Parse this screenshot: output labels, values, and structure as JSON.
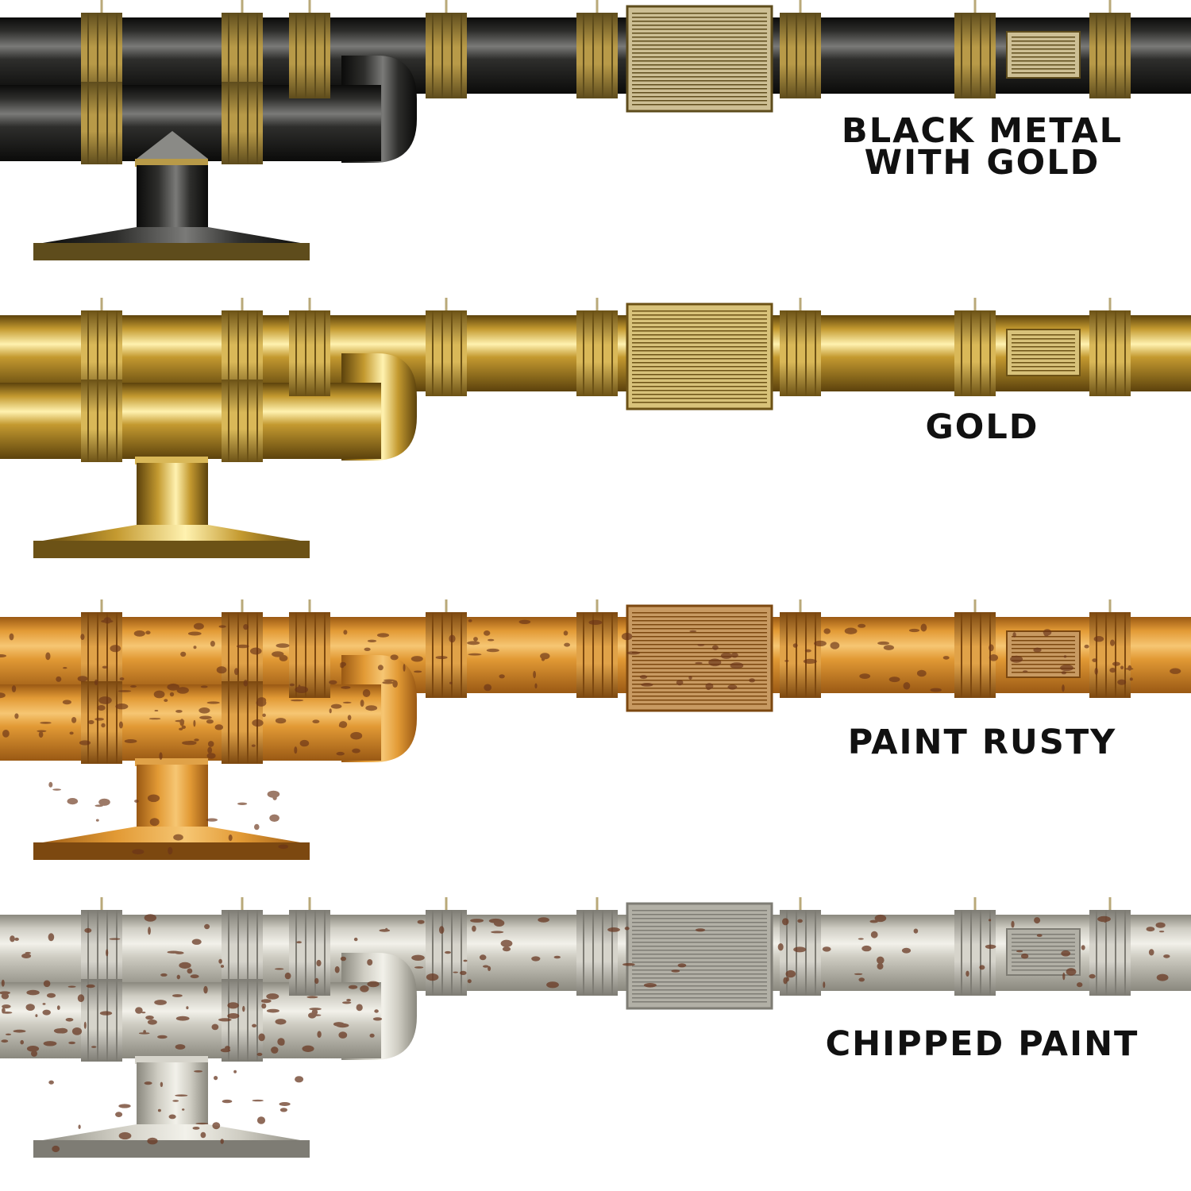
{
  "variants": [
    {
      "label_lines": [
        "BLACK METAL",
        "WITH GOLD"
      ],
      "colors": {
        "light": "#7a7a78",
        "mid": "#2e2e2c",
        "dark": "#0b0b0a",
        "fitting": "#b89a48",
        "fitting_dark": "#5e4c1c",
        "grille": "#cdbf94",
        "nozzle": "#8a8a86",
        "spots": "none"
      }
    },
    {
      "label_lines": [
        "GOLD"
      ],
      "colors": {
        "light": "#fff2b0",
        "mid": "#c49a30",
        "dark": "#5c420c",
        "fitting": "#d9b858",
        "fitting_dark": "#6c5216",
        "grille": "#d8c27a",
        "nozzle": "#c9a744",
        "spots": "none"
      }
    },
    {
      "label_lines": [
        "PAINT RUSTY"
      ],
      "colors": {
        "light": "#f6c673",
        "mid": "#e29a35",
        "dark": "#9a5914",
        "fitting": "#e0a248",
        "fitting_dark": "#7c4810",
        "grille": "#c89a62",
        "nozzle": "#c98a46",
        "spots": "#6a3418"
      }
    },
    {
      "label_lines": [
        "CHIPPED PAINT"
      ],
      "colors": {
        "light": "#f2f1ea",
        "mid": "#cfcdc3",
        "dark": "#8a887e",
        "fitting": "#d6d4cb",
        "fitting_dark": "#7e7c74",
        "grille": "#b2b0a6",
        "nozzle": "#c7c5bc",
        "spots": "#6a3a24"
      }
    }
  ]
}
